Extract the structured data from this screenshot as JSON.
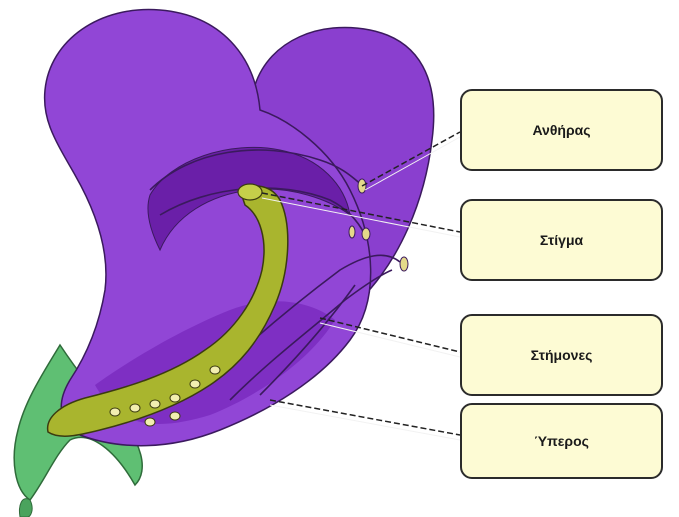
{
  "diagram": {
    "labels": [
      {
        "text": "Ανθήρας"
      },
      {
        "text": "Στίγμα"
      },
      {
        "text": "Στήμονες"
      },
      {
        "text": "Ύπερος"
      }
    ],
    "colors": {
      "petal": "#8a3fcf",
      "petal_dark": "#6a1fa8",
      "pistil": "#a9b52e",
      "sepal": "#5fbf73",
      "label_fill": "#fdfbd4",
      "label_border": "#2b2b2b"
    }
  }
}
